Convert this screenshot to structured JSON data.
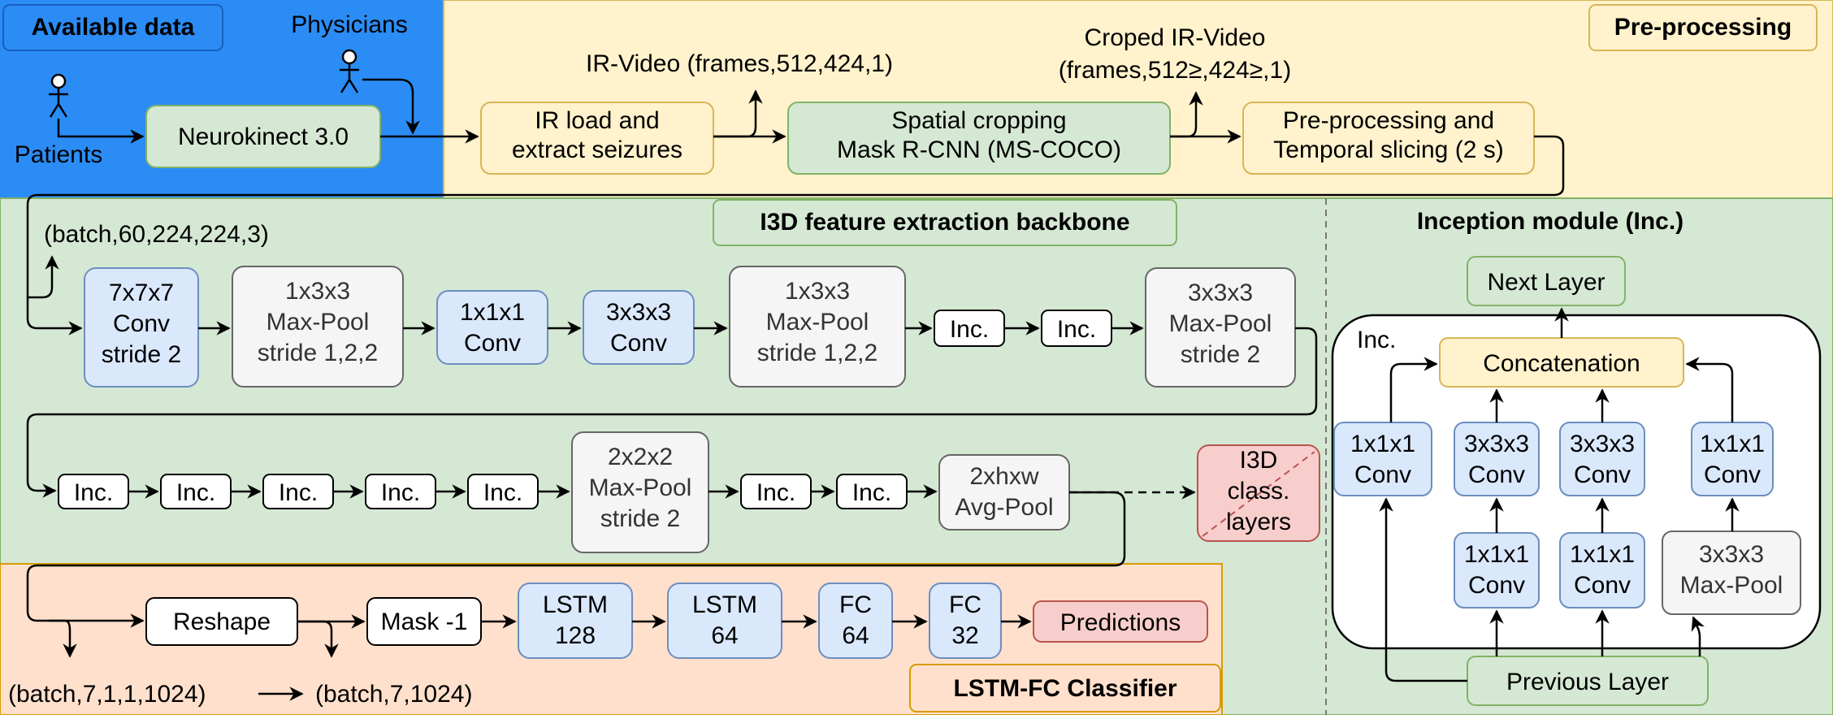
{
  "sections": {
    "available_data": "Available data",
    "preprocessing": "Pre-processing",
    "i3d_backbone": "I3D feature extraction backbone",
    "inception_module": "Inception module (Inc.)",
    "lstm_classifier": "LSTM-FC Classifier"
  },
  "actors": {
    "patients": "Patients",
    "physicians": "Physicians"
  },
  "preprocessing_nodes": {
    "neurokinect": "Neurokinect 3.0",
    "ir_load": [
      "IR load and",
      "extract seizures"
    ],
    "spatial_crop": [
      "Spatial cropping",
      "Mask R-CNN (MS-COCO)"
    ],
    "temporal": [
      "Pre-processing and",
      "Temporal slicing (2 s)"
    ]
  },
  "shape_labels": {
    "ir_video": "IR-Video (frames,512,424,1)",
    "cropped_video": [
      "Croped IR-Video",
      "(frames,512≥,424≥,1)"
    ],
    "batch_input": "(batch,60,224,224,3)",
    "batch_before_reshape": "(batch,7,1,1,1024)",
    "batch_after_reshape": "(batch,7,1024)"
  },
  "backbone_row1": {
    "conv7": [
      "7x7x7",
      "Conv",
      "stride 2"
    ],
    "pool1": [
      "1x3x3",
      "Max-Pool",
      "stride 1,2,2"
    ],
    "conv1": [
      "1x1x1",
      "Conv"
    ],
    "conv3": [
      "3x3x3",
      "Conv"
    ],
    "pool2": [
      "1x3x3",
      "Max-Pool",
      "stride 1,2,2"
    ],
    "inc_a": "Inc.",
    "inc_b": "Inc.",
    "pool3": [
      "3x3x3",
      "Max-Pool",
      "stride 2"
    ]
  },
  "backbone_row2": {
    "inc_1": "Inc.",
    "inc_2": "Inc.",
    "inc_3": "Inc.",
    "inc_4": "Inc.",
    "inc_5": "Inc.",
    "pool4": [
      "2x2x2",
      "Max-Pool",
      "stride 2"
    ],
    "inc_6": "Inc.",
    "inc_7": "Inc.",
    "avgpool": [
      "2xhxw",
      "Avg-Pool"
    ],
    "i3d_class": [
      "I3D",
      "class.",
      "layers"
    ]
  },
  "classifier_nodes": {
    "reshape": "Reshape",
    "mask": "Mask -1",
    "lstm128": [
      "LSTM",
      "128"
    ],
    "lstm64": [
      "LSTM",
      "64"
    ],
    "fc64": [
      "FC",
      "64"
    ],
    "fc32": [
      "FC",
      "32"
    ],
    "predictions": "Predictions"
  },
  "inception": {
    "next_layer": "Next Layer",
    "inc_label": "Inc.",
    "concatenation": "Concatenation",
    "branch_conv1": [
      "1x1x1",
      "Conv"
    ],
    "branch2_top": [
      "3x3x3",
      "Conv"
    ],
    "branch3_top": [
      "3x3x3",
      "Conv"
    ],
    "branch4_top": [
      "1x1x1",
      "Conv"
    ],
    "branch2_bottom": [
      "1x1x1",
      "Conv"
    ],
    "branch3_bottom": [
      "1x1x1",
      "Conv"
    ],
    "branch4_bottom": [
      "3x3x3",
      "Max-Pool"
    ],
    "previous_layer": "Previous Layer"
  },
  "colors": {
    "blue_region": "#2b8cf5",
    "yellow_region": "#fff2cc",
    "green_region": "#d5e8d4",
    "orange_region": "#ffe0cc",
    "conv_fill": "#dae8fc",
    "conv_stroke": "#6c8ebf",
    "pool_fill": "#f5f5f5",
    "pool_stroke": "#666666",
    "green_fill": "#d5e8d4",
    "green_stroke": "#82b366",
    "yellow_fill": "#fff2cc",
    "yellow_stroke": "#d6b656",
    "red_fill": "#f8cecc",
    "red_stroke": "#b85450"
  }
}
